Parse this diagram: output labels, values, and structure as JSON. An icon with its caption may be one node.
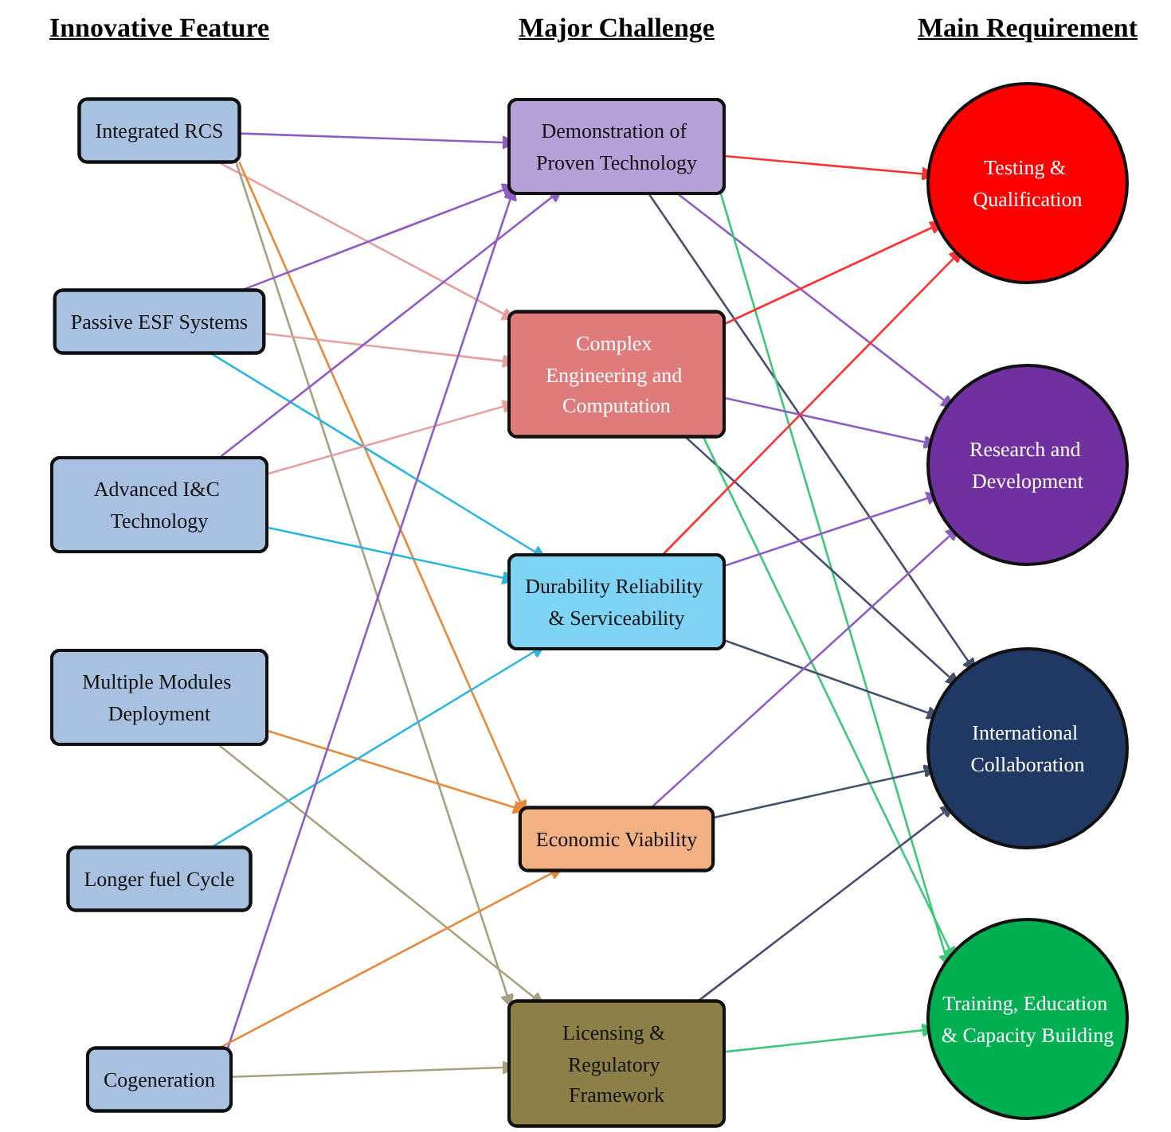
{
  "diagram": {
    "nodes": [
      {
        "text": [
          "Integrated RCS"
        ]
      },
      {
        "text": [
          "Passive ESF Systems"
        ]
      },
      {
        "text": [
          "Advanced I&C Technology"
        ]
      },
      {
        "text": [
          "Multiple Modules Deployment"
        ]
      },
      {
        "text": [
          "Longer fuel Cycle"
        ]
      },
      {
        "text": [
          "Cogeneration"
        ]
      },
      {
        "text": [
          "Demonstration of Proven Technology"
        ]
      },
      {
        "text": [
          "Complex Engineering and Computation"
        ]
      },
      {
        "text": [
          "Durability Reliability & Serviceability"
        ]
      },
      {
        "text": [
          "Economic Viability"
        ]
      },
      {
        "text": [
          "Licensing & Regulatory Framework"
        ]
      },
      {
        "text": [
          "Testing & Qualification"
        ]
      },
      {
        "text": [
          "Research and Development"
        ]
      },
      {
        "text": [
          "International Collaboration"
        ]
      },
      {
        "text": [
          "Training, Education & Capacity Building"
        ]
      }
    ],
    "edges": [
      {
        "from": 0,
        "to": 6,
        "arrow": "to",
        "color": "#8e5cc4"
      },
      {
        "from": 0,
        "to": 7,
        "arrow": "to",
        "color": "#e6a0a0"
      },
      {
        "from": 0,
        "to": 9,
        "arrow": "to",
        "color": "#e8883a"
      },
      {
        "from": 0,
        "to": 10,
        "arrow": "to",
        "color": "#a8a080"
      },
      {
        "from": 1,
        "to": 6,
        "arrow": "to",
        "color": "#8e5cc4"
      },
      {
        "from": 1,
        "to": 7,
        "arrow": "to",
        "color": "#e6a0a0"
      },
      {
        "from": 1,
        "to": 8,
        "arrow": "to",
        "color": "#29b6e0"
      },
      {
        "from": 2,
        "to": 6,
        "arrow": "to",
        "color": "#8e5cc4"
      },
      {
        "from": 2,
        "to": 7,
        "arrow": "to",
        "color": "#e6a0a0"
      },
      {
        "from": 2,
        "to": 8,
        "arrow": "to",
        "color": "#29b6e0"
      },
      {
        "from": 3,
        "to": 9,
        "arrow": "to",
        "color": "#e8883a"
      },
      {
        "from": 3,
        "to": 10,
        "arrow": "to",
        "color": "#a8a080"
      },
      {
        "from": 4,
        "to": 8,
        "arrow": "to",
        "color": "#29b6e0"
      },
      {
        "from": 5,
        "to": 6,
        "arrow": "to",
        "color": "#8e5cc4"
      },
      {
        "from": 5,
        "to": 9,
        "arrow": "to",
        "color": "#e8883a"
      },
      {
        "from": 5,
        "to": 10,
        "arrow": "to",
        "color": "#a8a080"
      },
      {
        "from": 6,
        "to": 11,
        "arrow": "to",
        "color": "#ff3030"
      },
      {
        "from": 6,
        "to": 12,
        "arrow": "to",
        "color": "#8e5cc4"
      },
      {
        "from": 6,
        "to": 13,
        "arrow": "to",
        "color": "#44506e"
      },
      {
        "from": 6,
        "to": 14,
        "arrow": "to",
        "color": "#3cc878"
      },
      {
        "from": 7,
        "to": 11,
        "arrow": "to",
        "color": "#ff3030"
      },
      {
        "from": 7,
        "to": 12,
        "arrow": "to",
        "color": "#8e5cc4"
      },
      {
        "from": 7,
        "to": 13,
        "arrow": "to",
        "color": "#44506e"
      },
      {
        "from": 7,
        "to": 14,
        "arrow": "to",
        "color": "#3cc878"
      },
      {
        "from": 8,
        "to": 11,
        "arrow": "to",
        "color": "#ff3030"
      },
      {
        "from": 8,
        "to": 12,
        "arrow": "to",
        "color": "#8e5cc4"
      },
      {
        "from": 8,
        "to": 13,
        "arrow": "to",
        "color": "#44506e"
      },
      {
        "from": 9,
        "to": 12,
        "arrow": "to",
        "color": "#8e5cc4"
      },
      {
        "from": 9,
        "to": 13,
        "arrow": "to",
        "color": "#44506e"
      },
      {
        "from": 10,
        "to": 13,
        "arrow": "to",
        "color": "#44506e"
      },
      {
        "from": 10,
        "to": 14,
        "arrow": "to",
        "color": "#3cc878"
      }
    ],
    "labels": [
      "Innovative Feature",
      "Major Challenge",
      "Main Requirement"
    ]
  }
}
